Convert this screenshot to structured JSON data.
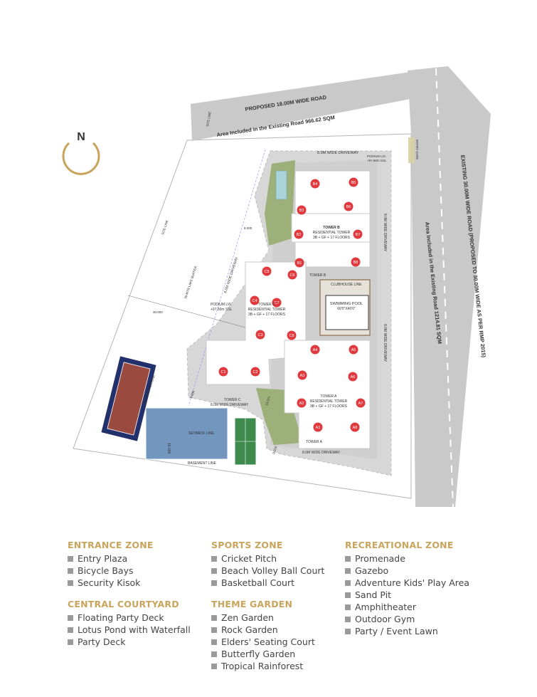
{
  "compass": {
    "label": "N",
    "color": "#c9a45c"
  },
  "colors": {
    "accent": "#c9a45c",
    "marker": "#e03a3e",
    "green": "#8da36b",
    "paving": "#d4d4d4",
    "road": "#c8c8c8"
  },
  "roads": {
    "north": "PROPOSED 18.00M WIDE ROAD",
    "north_area": "Area Included  in the Existing Road 966.62 SQM",
    "east": "EXISTING 30.00M WIDE ROAD (PROPOSED TO 30.00M WIDE AS PER RMP 2015)",
    "east_area": "Area Included  in the Existing Road 1214.81 SQM",
    "entry": "ENTRY GATE"
  },
  "site_labels": {
    "site_line_top": "SITE LINE",
    "site_line_left": "SITE LINE",
    "lake_buffer": "30 MTR LAKE BUFFER",
    "buffer_line": "30MTS BUFFER LINE",
    "setback": "SETBACK LINE",
    "basement": "BASEMENT LINE",
    "dim_8": "8.000",
    "dim_30": "30.000",
    "dim_9006": "9.006",
    "dim_16": "16.000",
    "dim_10071": "10.071",
    "dim_9016": "9.016"
  },
  "driveways": {
    "top": "8.0M WIDE DRIVEWAY",
    "left": "8.0M WIDE DRIVEWAY",
    "right_b": "8.0M WIDE DRIVEWAY",
    "right_a": "8.0M WIDE DRIVEWAY",
    "bottom_c": "8.0M WIDE DRIVEWAY",
    "bottom": "8.0M WIDE DRIVEWAY"
  },
  "podium_top": {
    "line1": "PODIUM LVL",
    "line2": "+97.60m SSL"
  },
  "podium_left": {
    "line1": "PODIUM LVL",
    "line2": "+97.60m SSL"
  },
  "tower_b": {
    "name": "TOWER B",
    "type": "RESIDENTIAL TOWER",
    "floors": "3B + GF + 17 FLOORS",
    "tag": "TOWER B"
  },
  "tower_c": {
    "name": "TOWER C",
    "type": "RESIDENTIAL TOWER",
    "floors": "3B + GF + 17 FLOORS",
    "tag": "TOWER C"
  },
  "tower_a": {
    "name": "TOWER A",
    "type": "RESIDENTIAL TOWER",
    "floors": "3B + GF + 17 FLOORS",
    "tag": "TOWER A"
  },
  "clubhouse": "CLUBHOUSE LINE",
  "pool": {
    "name": "SWIMMING POOL",
    "size": "60'0\"X40'0\""
  },
  "units": {
    "b": [
      "B4",
      "B5",
      "B3",
      "B6",
      "B2",
      "B7",
      "B1",
      "B8"
    ],
    "c": [
      "C5",
      "C6",
      "C4",
      "C7",
      "C3",
      "C8",
      "C1",
      "C2"
    ],
    "a": [
      "A4",
      "A5",
      "A3",
      "A6",
      "A2",
      "A7",
      "A1",
      "A8"
    ]
  },
  "legend": {
    "entrance": {
      "title": "ENTRANCE ZONE",
      "items": [
        "Entry Plaza",
        "Bicycle Bays",
        "Security Kisok"
      ]
    },
    "courtyard": {
      "title": "CENTRAL COURTYARD",
      "items": [
        "Floating Party Deck",
        "Lotus Pond with Waterfall",
        "Party Deck"
      ]
    },
    "sports": {
      "title": "SPORTS ZONE",
      "items": [
        "Cricket Pitch",
        "Beach Volley Ball Court",
        "Basketball Court"
      ]
    },
    "theme": {
      "title": "THEME GARDEN",
      "items": [
        "Zen Garden",
        "Rock Garden",
        "Elders' Seating Court",
        "Butterfly Garden",
        "Tropical Rainforest"
      ]
    },
    "recreational": {
      "title": "RECREATIONAL ZONE",
      "items": [
        "Promenade",
        "Gazebo",
        "Adventure Kids' Play Area",
        "Sand Pit",
        "Amphitheater",
        "Outdoor Gym",
        "Party / Event Lawn"
      ]
    }
  }
}
